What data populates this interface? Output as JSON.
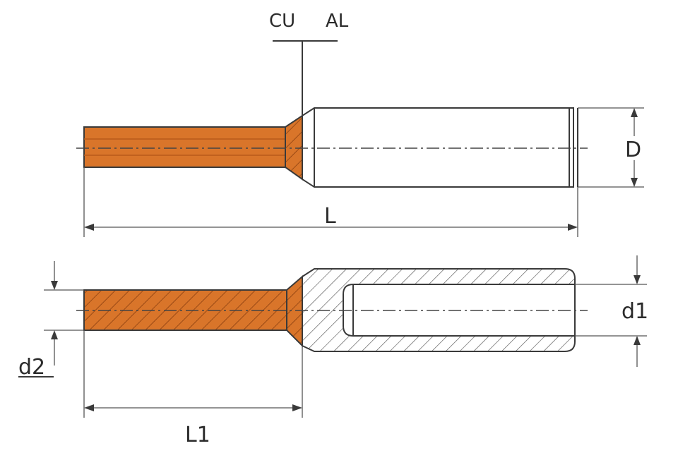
{
  "labels": {
    "cu": "CU",
    "al": "AL",
    "d": "D",
    "l": "L",
    "d1": "d1",
    "d2": "d2",
    "l1": "L1"
  },
  "colors": {
    "copper": "#d9752a",
    "copper_dark": "#b85a1a",
    "aluminum": "#ffffff",
    "line": "#3a3a3a"
  }
}
